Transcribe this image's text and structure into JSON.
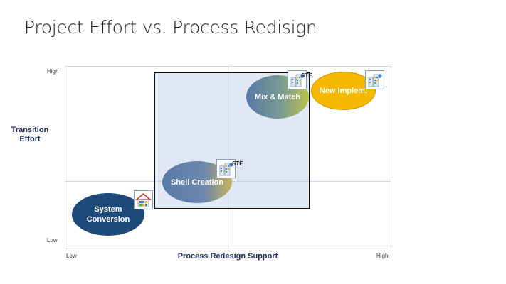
{
  "slide": {
    "title": "Project Effort vs. Process Redisign"
  },
  "axes": {
    "y_label": "Transition\nEffort",
    "y_high": "High",
    "y_low": "Low",
    "x_label": "Process Redesign Support",
    "x_low": "Low",
    "x_high": "High"
  },
  "bubbles": {
    "system": "System Conversion",
    "shell": "Shell Creation",
    "mix": "Mix & Match",
    "new": "New Implem."
  },
  "badges": {
    "ste": "STE"
  },
  "icons": {
    "house": "house-icon",
    "building": "building-icon"
  },
  "colors": {
    "system": "#1d4a78",
    "shell": "#587aa7",
    "mix_accent": "#b9c44a",
    "new": "#f5b800",
    "focus_fill": "#c4d2ec",
    "axis_text": "#1f2d5a"
  }
}
